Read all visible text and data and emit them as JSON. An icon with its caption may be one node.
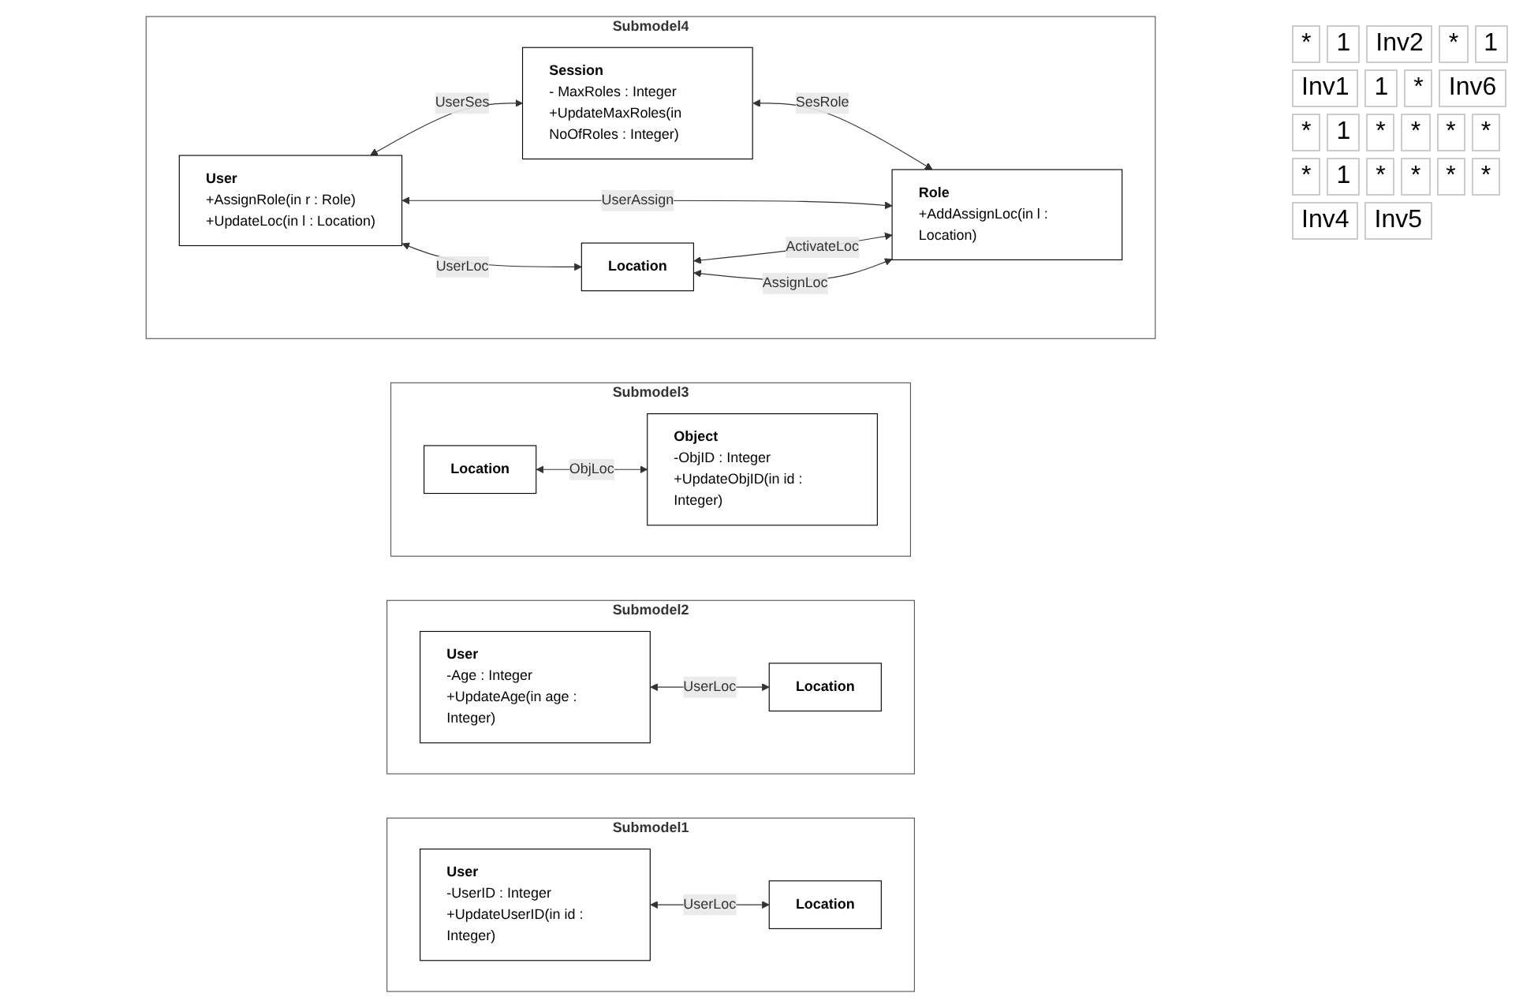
{
  "diagram": {
    "nodes": [
      {
        "text": [
          "Submodel1"
        ]
      },
      {
        "text": [
          "User",
          "-UserID : Integer",
          "+UpdateUserID(in id : Integer)"
        ],
        "in": 0
      },
      {
        "text": [
          "Location"
        ],
        "in": 0
      },
      {
        "text": [
          "Submodel2"
        ]
      },
      {
        "text": [
          "User",
          "-Age : Integer",
          "+UpdateAge(in age : Integer)"
        ],
        "in": 3
      },
      {
        "text": [
          "Location"
        ],
        "in": 3
      },
      {
        "text": [
          "Submodel3"
        ]
      },
      {
        "text": [
          "Location"
        ],
        "in": 6
      },
      {
        "text": [
          "Object",
          "-ObjID : Integer",
          "+UpdateObjID(in id : Integer)"
        ],
        "in": 6
      },
      {
        "text": [
          "Submodel4"
        ]
      },
      {
        "text": [
          "User",
          "+AssignRole(in r : Role)",
          "+UpdateLoc(in l : Location)"
        ],
        "in": 9
      },
      {
        "text": [
          "Session",
          "- MaxRoles : Integer",
          "+UpdateMaxRoles(in NoOfRoles : Integer)"
        ],
        "in": 9
      },
      {
        "text": [
          "Role",
          "+AddAssignLoc(in l : Location)"
        ],
        "in": 9
      },
      {
        "text": [
          "Location"
        ],
        "in": 9
      }
    ],
    "edges": [
      {
        "from": 1,
        "to": 2,
        "arrow": "both",
        "label": "UserLoc"
      },
      {
        "from": 4,
        "to": 5,
        "arrow": "both",
        "label": "UserLoc"
      },
      {
        "from": 7,
        "to": 8,
        "arrow": "both",
        "label": "ObjLoc"
      },
      {
        "from": 10,
        "to": 11,
        "arrow": "both",
        "label": "UserSes"
      },
      {
        "from": 11,
        "to": 12,
        "arrow": "both",
        "label": "SesRole"
      },
      {
        "from": 10,
        "to": 12,
        "arrow": "both",
        "label": "UserAssign"
      },
      {
        "from": 10,
        "to": 13,
        "arrow": "both",
        "label": "UserLoc"
      },
      {
        "from": 13,
        "to": 12,
        "arrow": "both",
        "label": "ActivateLoc"
      },
      {
        "from": 13,
        "to": 12,
        "arrow": "both",
        "label": "AssignLoc"
      }
    ],
    "labels": [
      "*",
      "1",
      "Inv2",
      "*",
      "1",
      "Inv1",
      "1",
      "*",
      "Inv6",
      "*",
      "1",
      "*",
      "*",
      "*",
      "*",
      "*",
      "1",
      "*",
      "*",
      "*",
      "*",
      "Inv4",
      "Inv5"
    ]
  }
}
